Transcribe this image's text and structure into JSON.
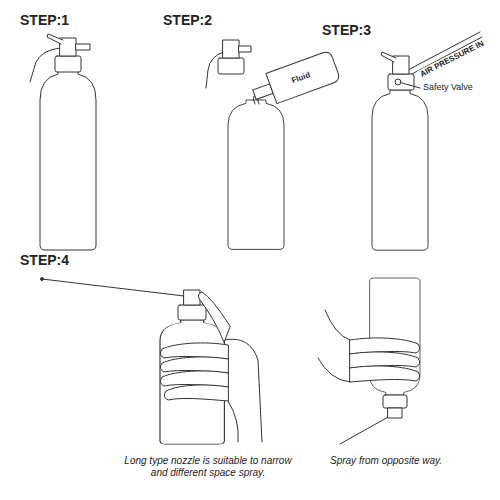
{
  "diagram": {
    "labels": [
      "STEP:1",
      "STEP:2",
      "STEP:3",
      "Fluid",
      "AIR PRESSURE IN",
      "Safety Valve",
      "STEP:4",
      "Long type nozzle is suitable to narrow and different space spray.",
      "Spray from opposite way."
    ]
  }
}
